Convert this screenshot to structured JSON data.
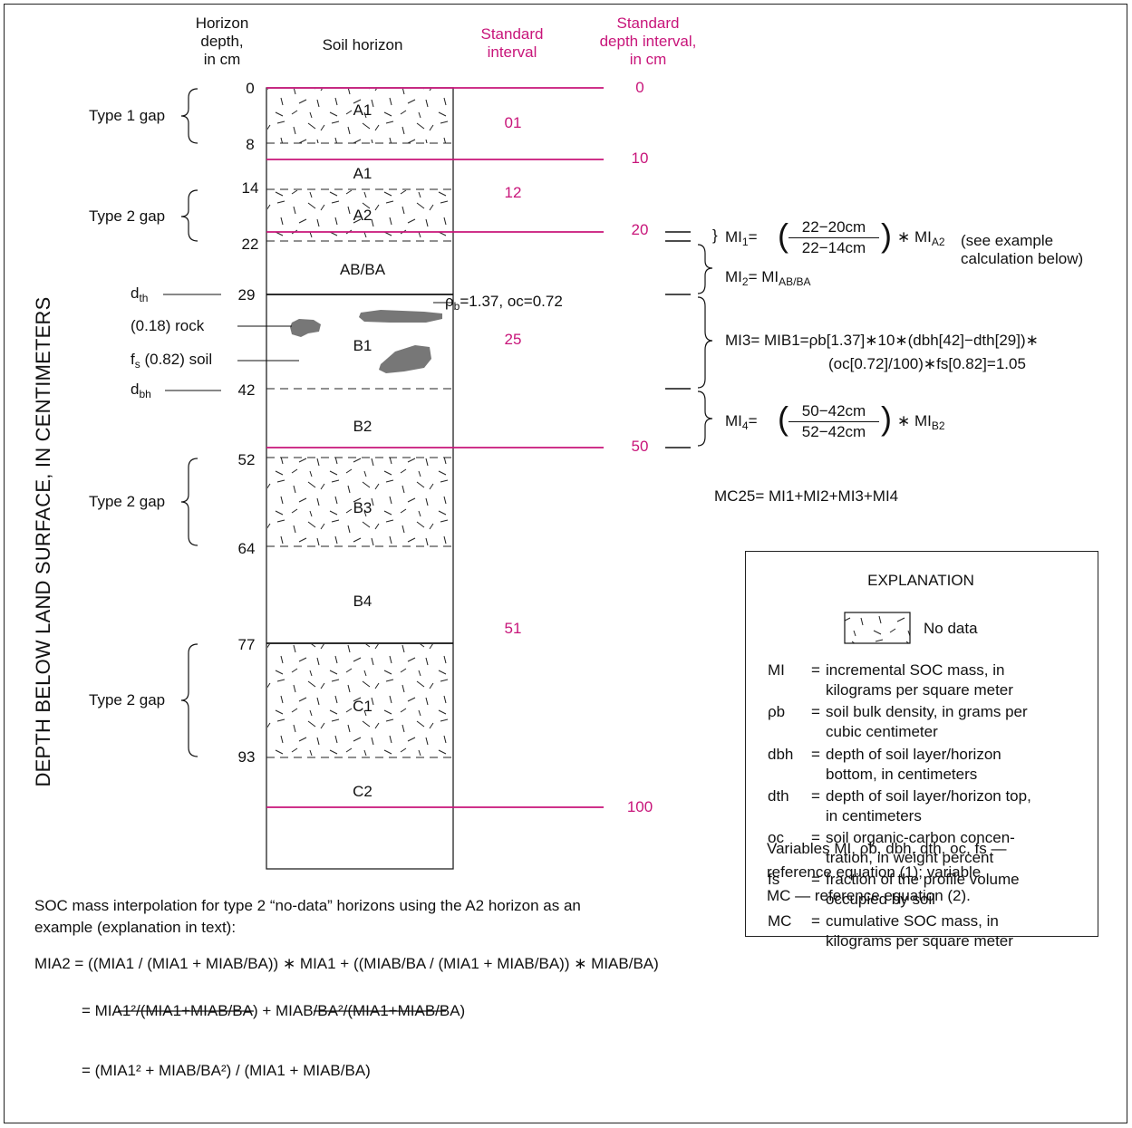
{
  "headers": {
    "horizon_depth": [
      "Horizon",
      "depth,",
      "in cm"
    ],
    "soil_horizon": "Soil horizon",
    "standard_interval": [
      "Standard",
      "interval"
    ],
    "standard_depth_interval": [
      "Standard",
      "depth interval,",
      "in cm"
    ]
  },
  "y_axis_label": "DEPTH BELOW LAND SURFACE, IN CENTIMETERS",
  "horizon_depths": [
    "0",
    "8",
    "14",
    "22",
    "29",
    "42",
    "52",
    "64",
    "77",
    "93"
  ],
  "horizons": [
    "A1",
    "A1",
    "A2",
    "AB/BA",
    "B1",
    "B2",
    "B3",
    "B4",
    "C1",
    "C2"
  ],
  "standard_depths": [
    "0",
    "10",
    "20",
    "50",
    "100"
  ],
  "standard_intervals": [
    "01",
    "12",
    "25",
    "51"
  ],
  "gaps": [
    "Type 1 gap",
    "Type 2 gap",
    "Type 2 gap",
    "Type 2 gap"
  ],
  "annotations": {
    "dth": "d",
    "dth_sub": "th",
    "dbh": "d",
    "dbh_sub": "bh",
    "rock": "(0.18) rock",
    "soil_f": "f",
    "soil_f_sub": "s",
    "soil_rest": " (0.82) soil",
    "rho": "ρ",
    "rho_sub": "b",
    "rho_rest": "=1.37, oc=0.72"
  },
  "equations": {
    "mi1_lhs": "MI",
    "mi1_sub": "1",
    "mi1_num": "22−20cm",
    "mi1_den": "22−14cm",
    "mi1_rhs": "MI",
    "mi1_rhs_sub": "A2",
    "mi1_note": [
      "(see example",
      "calculation below)"
    ],
    "mi2": "MI",
    "mi2_sub": "2",
    "mi2_rhs": "= MI",
    "mi2_rhs_sub": "AB/BA",
    "mi3_line1": "MI3= MIB1=ρb[1.37]∗10∗(dbh[42]−dth[29])∗",
    "mi3_line2": "(oc[0.72]/100)∗fs[0.82]=1.05",
    "mi4_lhs": "MI",
    "mi4_sub": "4",
    "mi4_num": "50−42cm",
    "mi4_den": "52−42cm",
    "mi4_rhs": "MI",
    "mi4_rhs_sub": "B2",
    "mc25": "MC25= MI1+MI2+MI3+MI4"
  },
  "explanation": {
    "title": "EXPLANATION",
    "no_data": "No data",
    "entries": [
      {
        "sym": "MI",
        "def": [
          "incremental SOC mass, in",
          "kilograms per square meter"
        ]
      },
      {
        "sym": "ρb",
        "def": [
          "soil bulk density, in grams per",
          "cubic centimeter"
        ]
      },
      {
        "sym": "dbh",
        "def": [
          "depth of soil layer/horizon",
          "bottom, in centimeters"
        ]
      },
      {
        "sym": "dth",
        "def": [
          "depth of soil layer/horizon top,",
          "in centimeters"
        ]
      },
      {
        "sym": "oc",
        "def": [
          "soil organic-carbon concen-",
          "tration, in weight percent"
        ]
      },
      {
        "sym": "fs",
        "def": [
          "fraction of the profile volume",
          "occupied by soil"
        ]
      },
      {
        "sym": "MC",
        "def": [
          "cumulative SOC mass, in",
          "kilograms per square meter"
        ]
      }
    ],
    "footer": [
      "Variables MI, ρb, dbh, dth, oc, fs —",
      "reference equation (1); variable",
      "MC — reference equation (2)."
    ]
  },
  "bottom": {
    "intro": [
      "SOC mass interpolation for type 2 “no-data” horizons using the A2 horizon as an",
      "example (explanation in text):"
    ],
    "eq1": "MIA2 = ((MIA1 / (MIA1 + MIAB/BA)) ∗ MIA1 + ((MIAB/BA / (MIA1 + MIAB/BA)) ∗ MIAB/BA)",
    "eq2": "= MIA1²/(MIA1+MIAB/BA) + MIAB/BA²/(MIA1+MIAB/BA)",
    "eq3": "= (MIA1² + MIAB/BA²) / (MIA1 + MIAB/BA)"
  },
  "colors": {
    "standard": "#c8157a",
    "rock": "#777777",
    "ink": "#111111"
  }
}
